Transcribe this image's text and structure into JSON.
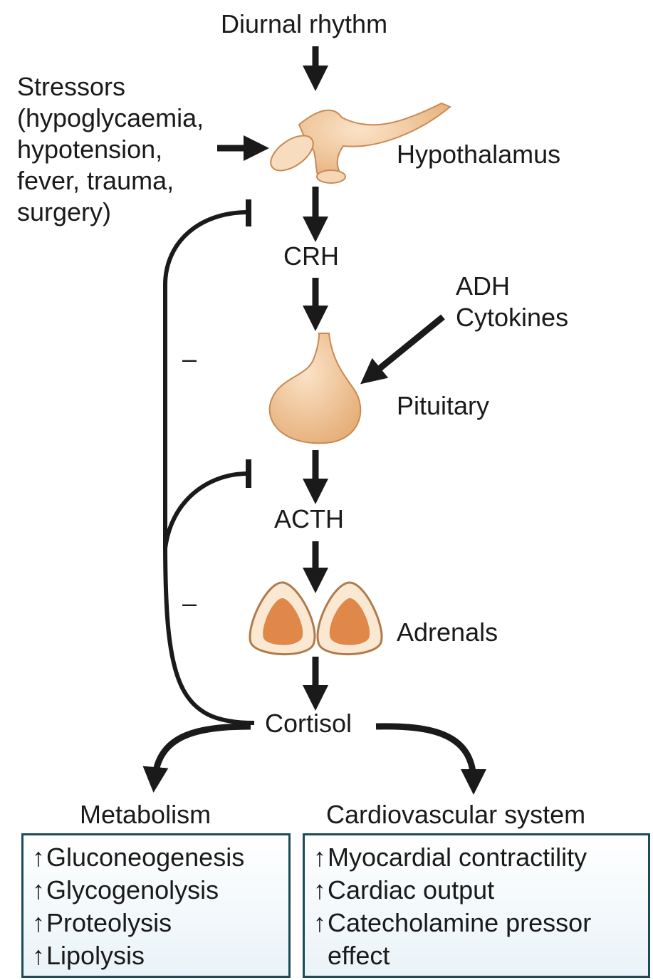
{
  "labels": {
    "diurnal": "Diurnal rhythm",
    "stressors": "Stressors\n(hypoglycaemia,\nhypotension,\nfever, trauma,\nsurgery)",
    "hypothalamus": "Hypothalamus",
    "crh": "CRH",
    "adh_cytokines": "ADH\nCytokines",
    "pituitary": "Pituitary",
    "acth": "ACTH",
    "adrenals": "Adrenals",
    "cortisol": "Cortisol",
    "minus1": "–",
    "minus2": "–"
  },
  "metabolism": {
    "title": "Metabolism",
    "arrow_symbol": "↑",
    "items": [
      "Gluconeogenesis",
      "Glycogenolysis",
      "Proteolysis",
      "Lipolysis"
    ]
  },
  "cardiovascular": {
    "title": "Cardiovascular system",
    "arrow_symbol": "↑",
    "items": [
      "Myocardial contractility",
      "Cardiac output",
      "Catecholamine pressor"
    ],
    "continuation": "effect"
  },
  "colors": {
    "organ_fill": "#f2c79d",
    "organ_stroke": "#c98a55",
    "adrenal_core": "#e0884a",
    "box_border": "#1b4a5c",
    "arrow": "#1a1a1a"
  }
}
